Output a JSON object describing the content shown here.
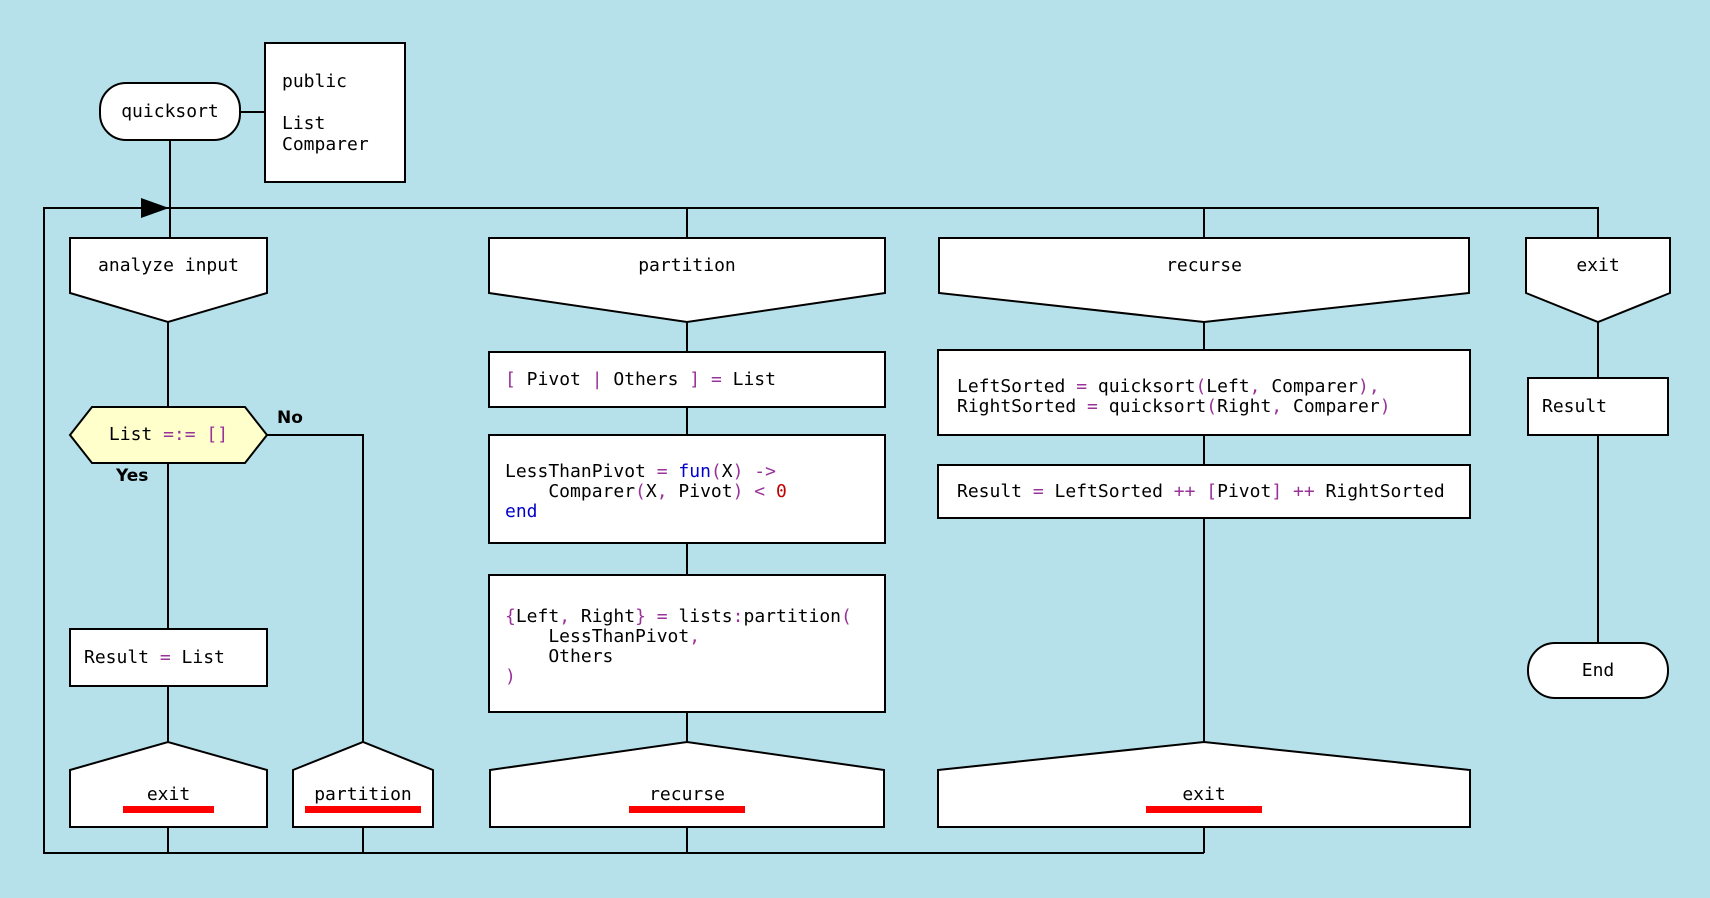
{
  "colors": {
    "background": "#b6e1ea",
    "shape_fill": "#ffffff",
    "question_fill": "#ffffcc",
    "stroke": "#000000",
    "text": "#000000",
    "operator": "#993399",
    "keyword": "#0000cc",
    "number": "#c00000",
    "underline": "#ff0000"
  },
  "start": {
    "name": "quicksort",
    "visibility": "public",
    "params": [
      "List",
      "Comparer"
    ]
  },
  "headers": {
    "analyze": "analyze input",
    "partition": "partition",
    "recurse": "recurse",
    "exit_branch": "exit"
  },
  "labels": {
    "no": "No",
    "yes": "Yes"
  },
  "addresses": {
    "analyze_exit": "exit",
    "analyze_partition": "partition",
    "partition_recurse": "recurse",
    "recurse_exit": "exit"
  },
  "end_label": "End",
  "exit_result": "Result",
  "code": {
    "question": [
      {
        "c": "t",
        "t": "List "
      },
      {
        "c": "o",
        "t": "=:= []"
      }
    ],
    "result_list": [
      {
        "c": "t",
        "t": "Result "
      },
      {
        "c": "o",
        "t": "="
      },
      {
        "c": "t",
        "t": " List"
      }
    ],
    "pivot_others": [
      {
        "c": "o",
        "t": "["
      },
      {
        "c": "t",
        "t": " Pivot "
      },
      {
        "c": "o",
        "t": "|"
      },
      {
        "c": "t",
        "t": " Others "
      },
      {
        "c": "o",
        "t": "]"
      },
      {
        "c": "t",
        "t": " "
      },
      {
        "c": "o",
        "t": "="
      },
      {
        "c": "t",
        "t": " List"
      }
    ],
    "lessthan": [
      [
        {
          "c": "t",
          "t": "LessThanPivot "
        },
        {
          "c": "o",
          "t": "="
        },
        {
          "c": "t",
          "t": " "
        },
        {
          "c": "b",
          "t": "fun"
        },
        {
          "c": "o",
          "t": "("
        },
        {
          "c": "t",
          "t": "X"
        },
        {
          "c": "o",
          "t": ")"
        },
        {
          "c": "t",
          "t": " "
        },
        {
          "c": "o",
          "t": "->"
        }
      ],
      [
        {
          "c": "t",
          "t": "    Comparer"
        },
        {
          "c": "o",
          "t": "("
        },
        {
          "c": "t",
          "t": "X"
        },
        {
          "c": "o",
          "t": ","
        },
        {
          "c": "t",
          "t": " Pivot"
        },
        {
          "c": "o",
          "t": ")"
        },
        {
          "c": "t",
          "t": " "
        },
        {
          "c": "o",
          "t": "<"
        },
        {
          "c": "t",
          "t": " "
        },
        {
          "c": "r",
          "t": "0"
        }
      ],
      [
        {
          "c": "b",
          "t": "end"
        }
      ]
    ],
    "partition_call": [
      [
        {
          "c": "o",
          "t": "{"
        },
        {
          "c": "t",
          "t": "Left"
        },
        {
          "c": "o",
          "t": ","
        },
        {
          "c": "t",
          "t": " Right"
        },
        {
          "c": "o",
          "t": "}"
        },
        {
          "c": "t",
          "t": " "
        },
        {
          "c": "o",
          "t": "="
        },
        {
          "c": "t",
          "t": " lists"
        },
        {
          "c": "o",
          "t": ":"
        },
        {
          "c": "t",
          "t": "partition"
        },
        {
          "c": "o",
          "t": "("
        }
      ],
      [
        {
          "c": "t",
          "t": "    LessThanPivot"
        },
        {
          "c": "o",
          "t": ","
        }
      ],
      [
        {
          "c": "t",
          "t": "    Others"
        }
      ],
      [
        {
          "c": "o",
          "t": ")"
        }
      ]
    ],
    "recurse_calls": [
      [
        {
          "c": "t",
          "t": "LeftSorted "
        },
        {
          "c": "o",
          "t": "="
        },
        {
          "c": "t",
          "t": " quicksort"
        },
        {
          "c": "o",
          "t": "("
        },
        {
          "c": "t",
          "t": "Left"
        },
        {
          "c": "o",
          "t": ","
        },
        {
          "c": "t",
          "t": " Comparer"
        },
        {
          "c": "o",
          "t": "),"
        }
      ],
      [
        {
          "c": "t",
          "t": "RightSorted "
        },
        {
          "c": "o",
          "t": "="
        },
        {
          "c": "t",
          "t": " quicksort"
        },
        {
          "c": "o",
          "t": "("
        },
        {
          "c": "t",
          "t": "Right"
        },
        {
          "c": "o",
          "t": ","
        },
        {
          "c": "t",
          "t": " Comparer"
        },
        {
          "c": "o",
          "t": ")"
        }
      ]
    ],
    "concat": [
      {
        "c": "t",
        "t": "Result "
      },
      {
        "c": "o",
        "t": "="
      },
      {
        "c": "t",
        "t": " LeftSorted "
      },
      {
        "c": "o",
        "t": "++"
      },
      {
        "c": "t",
        "t": " "
      },
      {
        "c": "o",
        "t": "["
      },
      {
        "c": "t",
        "t": "Pivot"
      },
      {
        "c": "o",
        "t": "]"
      },
      {
        "c": "t",
        "t": " "
      },
      {
        "c": "o",
        "t": "++"
      },
      {
        "c": "t",
        "t": " RightSorted"
      }
    ]
  }
}
